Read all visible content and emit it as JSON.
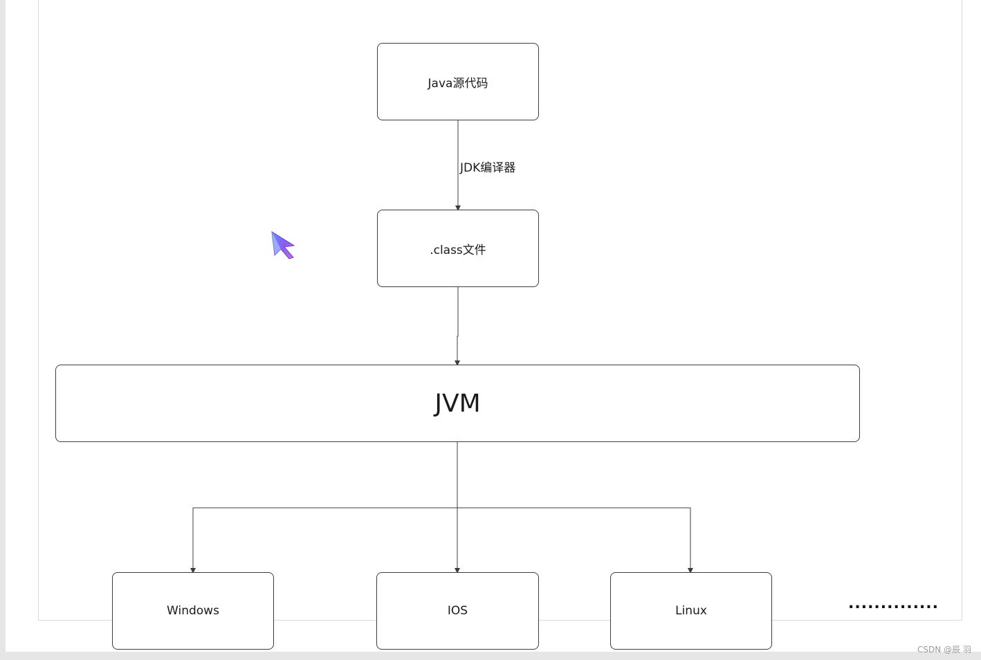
{
  "diagram": {
    "nodes": {
      "java_source": "Java源代码",
      "class_file": ".class文件",
      "jvm": "JVM",
      "windows": "Windows",
      "ios": "IOS",
      "linux": "Linux"
    },
    "edges": {
      "compile_label": "JDK编译器"
    },
    "more_indicator": "..............",
    "cursor_icon": "pointer-cursor-icon"
  },
  "watermark": "CSDN @辰 羽",
  "colors": {
    "stroke": "#3c3c3c",
    "background": "#ffffff",
    "outer": "#e6e6e6"
  }
}
